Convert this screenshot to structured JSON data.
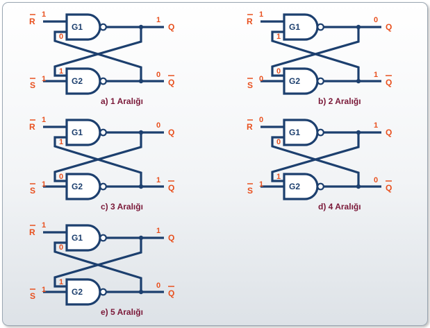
{
  "pins": {
    "r": "R",
    "s": "S",
    "q": "Q",
    "qbar": "Q"
  },
  "gates": {
    "top": "G1",
    "bottom": "G2"
  },
  "panels": [
    {
      "id": "a",
      "caption": "a)  1 Aralığı",
      "r": "1",
      "g1_in2": "0",
      "q": "1",
      "g2_in1": "1",
      "s": "1",
      "qbar": "0"
    },
    {
      "id": "b",
      "caption": "b)  2 Aralığı",
      "r": "1",
      "g1_in2": "1",
      "q": "0",
      "g2_in1": "0",
      "s": "0",
      "qbar": "1"
    },
    {
      "id": "c",
      "caption": "c)  3 Aralığı",
      "r": "1",
      "g1_in2": "1",
      "q": "0",
      "g2_in1": "0",
      "s": "1",
      "qbar": "1"
    },
    {
      "id": "d",
      "caption": "d)  4 Aralığı",
      "r": "0",
      "g1_in2": "0",
      "q": "1",
      "g2_in1": "1",
      "s": "1",
      "qbar": "0"
    },
    {
      "id": "e",
      "caption": "e)  5 Aralığı",
      "r": "1",
      "g1_in2": "0",
      "q": "1",
      "g2_in1": "1",
      "s": "1",
      "qbar": "0"
    }
  ]
}
